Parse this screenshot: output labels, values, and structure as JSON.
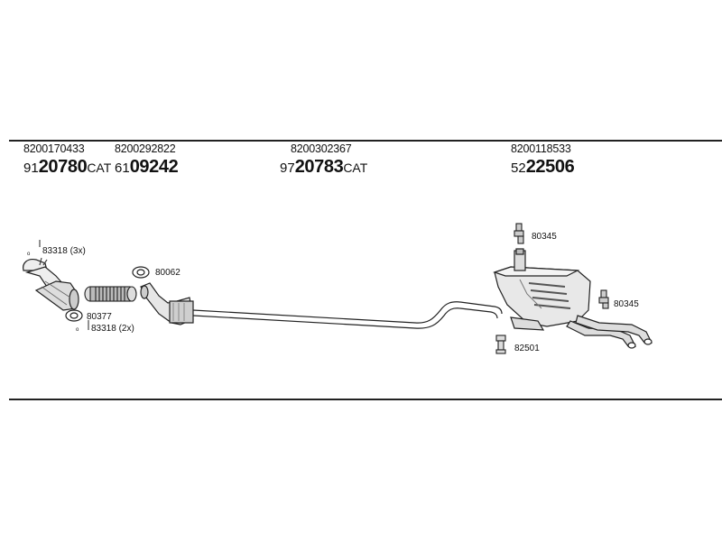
{
  "parts": [
    {
      "oem": "8200170433",
      "prefix": "91",
      "main": "20780",
      "suffix": "CAT"
    },
    {
      "oem": "8200292822",
      "prefix": "61",
      "main": "09242",
      "suffix": ""
    },
    {
      "oem": "8200302367",
      "prefix": "97",
      "main": "20783",
      "suffix": "CAT"
    },
    {
      "oem": "8200118533",
      "prefix": "52",
      "main": "22506",
      "suffix": ""
    }
  ],
  "callouts": {
    "c83318_3x": "83318 (3x)",
    "c80062": "80062",
    "c80377": "80377",
    "c83318_2x": "83318 (2x)",
    "c80345_top": "80345",
    "c80345_right": "80345",
    "c82501": "82501"
  }
}
